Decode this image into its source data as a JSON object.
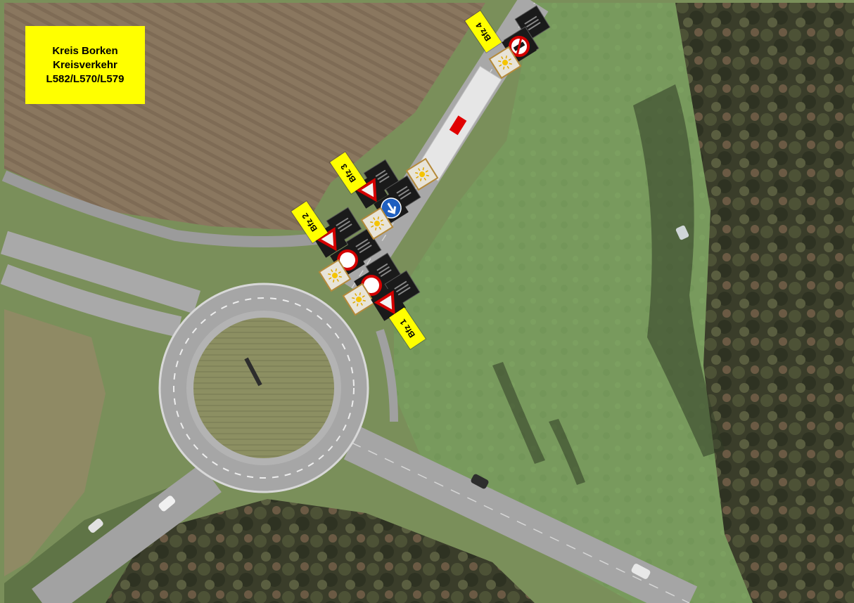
{
  "title": {
    "line1": "Kreis Borken",
    "line2": "Kreisverkehr",
    "line3": "L582/L570/L579"
  },
  "labels": [
    {
      "text": "Bfz 1"
    },
    {
      "text": "Bfz 2"
    },
    {
      "text": "Bfz 3"
    },
    {
      "text": "Bfz 4"
    }
  ],
  "colors": {
    "label_bg": "#ffff00",
    "sign_red": "#d40000",
    "sign_blue": "#1f5fbf",
    "board_black": "#1a1a1a",
    "board_white": "#f2f2f2"
  },
  "icons": [
    "yield-sign-icon",
    "no-entry-for-vehicles-icon",
    "keep-right-arrow-icon",
    "no-overtaking-icon",
    "warning-light-icon",
    "road-closed-barrier-icon"
  ]
}
